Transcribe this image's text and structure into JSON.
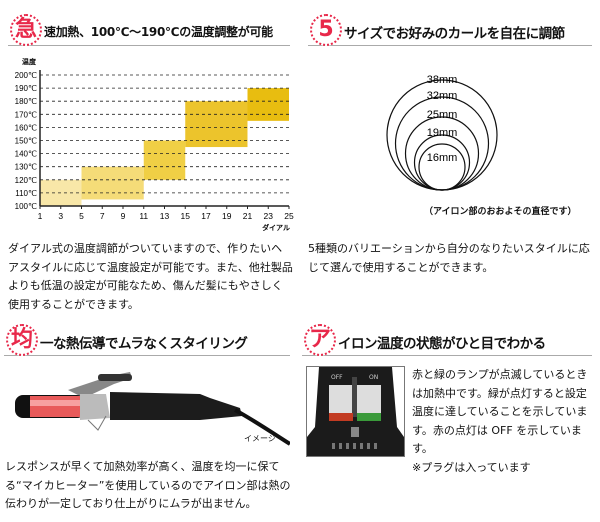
{
  "sections": [
    {
      "badge": "急",
      "title": "速加熱、100℃～190℃の温度調整が可能",
      "body": "ダイアル式の温度調節がついていますので、作りたいヘアスタイルに応じて温度設定が可能です。また、他社製品よりも低温の設定が可能なため、傷んだ髪にもやさしく使用することができます。"
    },
    {
      "badge": "5",
      "title": "サイズでお好みのカールを自在に調節",
      "body": "5種類のバリエーションから自分のなりたいスタイルに応じて選んで使用することができます。",
      "note": "（アイロン部のおおよその直径です）",
      "sizes": [
        "38mm",
        "32mm",
        "25mm",
        "19mm",
        "16mm"
      ]
    },
    {
      "badge": "均",
      "title": "一な熱伝導でムラなくスタイリング",
      "image_caption": "イメージ",
      "body": "レスポンスが早くて加熱効率が高く、温度を均一に保てる“マイカヒーター”を使用しているのでアイロン部は熱の伝わりが一定しており仕上がりにムラが出ません。"
    },
    {
      "badge": "ア",
      "title": "イロン温度の状態がひと目でわかる",
      "body": "赤と緑のランプが点滅しているときは加熱中です。緑が点灯すると設定温度に達していることを示しています。赤の点灯は OFF を示しています。",
      "note": "※プラグは入っています",
      "lamp_labels": [
        "OFF",
        "ON"
      ]
    }
  ],
  "chart_data": {
    "type": "bar",
    "title": "",
    "ylabel": "温度",
    "xlabel": "ダイアル",
    "xlim": [
      1,
      25
    ],
    "ylim": [
      100,
      200
    ],
    "xticks": [
      "1",
      "3",
      "5",
      "7",
      "9",
      "11",
      "13",
      "15",
      "17",
      "19",
      "21",
      "23",
      "25"
    ],
    "yticks": [
      "100℃",
      "110℃",
      "120℃",
      "130℃",
      "140℃",
      "150℃",
      "160℃",
      "170℃",
      "180℃",
      "190℃",
      "200℃"
    ],
    "ranges": [
      {
        "x": [
          1,
          5
        ],
        "y": [
          100,
          120
        ],
        "color": "#f8e7a8"
      },
      {
        "x": [
          5,
          11
        ],
        "y": [
          105,
          130
        ],
        "color": "#f5dc78"
      },
      {
        "x": [
          11,
          15
        ],
        "y": [
          120,
          150
        ],
        "color": "#f0cf45"
      },
      {
        "x": [
          15,
          21
        ],
        "y": [
          145,
          180
        ],
        "color": "#ecc42c"
      },
      {
        "x": [
          21,
          25
        ],
        "y": [
          165,
          190
        ],
        "color": "#e8bd10"
      }
    ]
  }
}
